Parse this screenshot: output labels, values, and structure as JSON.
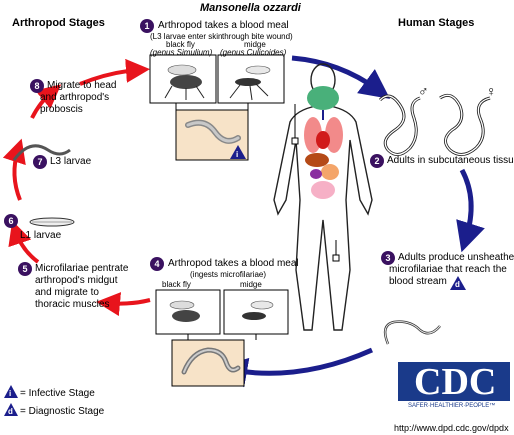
{
  "title": "Mansonella ozzardi",
  "sections": {
    "arthropod": "Arthropod Stages",
    "human": "Human Stages"
  },
  "steps": [
    {
      "num": "1",
      "text": "Arthropod takes a blood meal",
      "sub1": "(L3 larvae enter skin",
      "sub2": "through bite wound)"
    },
    {
      "num": "2",
      "text": "Adults in subcutaneous tissues"
    },
    {
      "num": "3",
      "line1": "Adults produce unsheathed",
      "line2": "microfilariae that reach the",
      "line3": "blood stream"
    },
    {
      "num": "4",
      "text": "Arthropod takes a blood meal",
      "sub1": "(ingests microfilariae)"
    },
    {
      "num": "5",
      "line1": "Microfilariae pentrate",
      "line2": "arthropod's midgut",
      "line3": "and migrate to",
      "line4": "thoracic muscles"
    },
    {
      "num": "6",
      "text": "L1 larvae"
    },
    {
      "num": "7",
      "text": "L3 larvae"
    },
    {
      "num": "8",
      "line1": "Migrate to head",
      "line2": "and arthropod's",
      "line3": "proboscis"
    }
  ],
  "vectors_top": {
    "blackfly": "black fly",
    "blackfly_genus": "(genus Simulium)",
    "midge": "midge",
    "midge_genus": "(genus Culicoides)"
  },
  "vectors_bottom": {
    "blackfly": "black fly",
    "midge": "midge"
  },
  "legend": {
    "infective_letter": "i",
    "infective": "= Infective Stage",
    "diagnostic_letter": "d",
    "diagnostic": "= Diagnostic Stage"
  },
  "sex_symbols": {
    "male": "♂",
    "female": "♀"
  },
  "logo": {
    "text": "CDC",
    "tagline": "SAFER·HEALTHIER·PEOPLE™"
  },
  "url": "http://www.dpd.cdc.gov/dpdx",
  "colors": {
    "step_circle": "#3a1160",
    "red_arrow": "#e8141c",
    "blue_arrow": "#1b1e8c",
    "panel": "#f7e3c8",
    "logo_blue": "#1a3a8a"
  }
}
